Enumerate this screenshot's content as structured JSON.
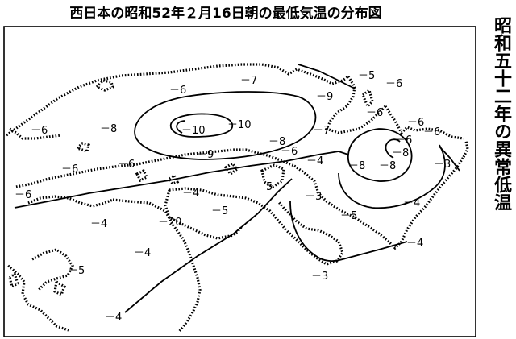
{
  "title": "西日本の昭和52年２月16日朝の最低気温の分布図",
  "side_title": "昭和五十二年の異常低温",
  "isotherm_labels": [
    {
      "id": "n5-ne",
      "text": "－5"
    },
    {
      "id": "n6-ne",
      "text": "－6"
    },
    {
      "id": "n7-top",
      "text": "－7"
    },
    {
      "id": "n6-top",
      "text": "－6"
    },
    {
      "id": "n9-top",
      "text": "－9"
    },
    {
      "id": "n6-nw",
      "text": "－6"
    },
    {
      "id": "n8-w",
      "text": "－8"
    },
    {
      "id": "n10-c",
      "text": "－10"
    },
    {
      "id": "n10-e",
      "text": "－10"
    },
    {
      "id": "n8-c",
      "text": "－8"
    },
    {
      "id": "n9-c",
      "text": "－9"
    },
    {
      "id": "n6-c",
      "text": "－6"
    },
    {
      "id": "n7-e",
      "text": "－7"
    },
    {
      "id": "n6-e1",
      "text": "－6"
    },
    {
      "id": "n6-e2",
      "text": "－6"
    },
    {
      "id": "n6-e3",
      "text": "－6"
    },
    {
      "id": "n8-e1",
      "text": "－8"
    },
    {
      "id": "n8-e2",
      "text": "－8"
    },
    {
      "id": "n8-e3",
      "text": "－8"
    },
    {
      "id": "n6-e4",
      "text": "－6"
    },
    {
      "id": "n3-e1",
      "text": "－3"
    },
    {
      "id": "n4-c1",
      "text": "－4"
    },
    {
      "id": "n6-w1",
      "text": "－6"
    },
    {
      "id": "n6-w2",
      "text": "－6"
    },
    {
      "id": "n6-w3",
      "text": "－6"
    },
    {
      "id": "n5-c1",
      "text": "5"
    },
    {
      "id": "n4-c2",
      "text": "－4"
    },
    {
      "id": "n3-c1",
      "text": "－3"
    },
    {
      "id": "n5-s1",
      "text": "－5"
    },
    {
      "id": "n4-se",
      "text": "－4"
    },
    {
      "id": "n4-w",
      "text": "－4"
    },
    {
      "id": "n20-s",
      "text": "－20"
    },
    {
      "id": "n5-c2",
      "text": "－5"
    },
    {
      "id": "n5-sw",
      "text": "－5"
    },
    {
      "id": "n4-s",
      "text": "－4"
    },
    {
      "id": "n4-se2",
      "text": "－4"
    },
    {
      "id": "n3-s",
      "text": "－3"
    },
    {
      "id": "n4-sw",
      "text": "－4"
    }
  ]
}
